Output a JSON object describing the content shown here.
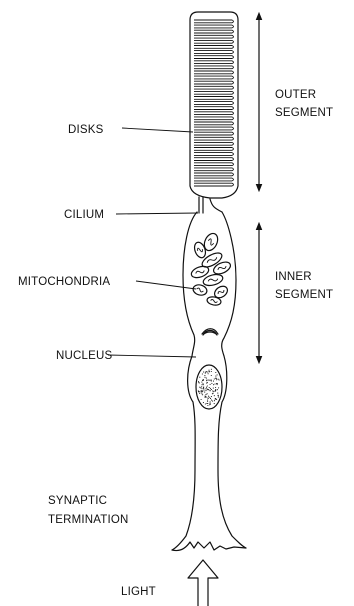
{
  "labels": {
    "disks": "DISKS",
    "cilium": "CILIUM",
    "mitochondria": "MITOCHONDRIA",
    "nucleus": "NUCLEUS",
    "synaptic_1": "SYNAPTIC",
    "synaptic_2": "TERMINATION",
    "light": "LIGHT",
    "outer_1": "OUTER",
    "outer_2": "SEGMENT",
    "inner_1": "INNER",
    "inner_2": "SEGMENT"
  }
}
